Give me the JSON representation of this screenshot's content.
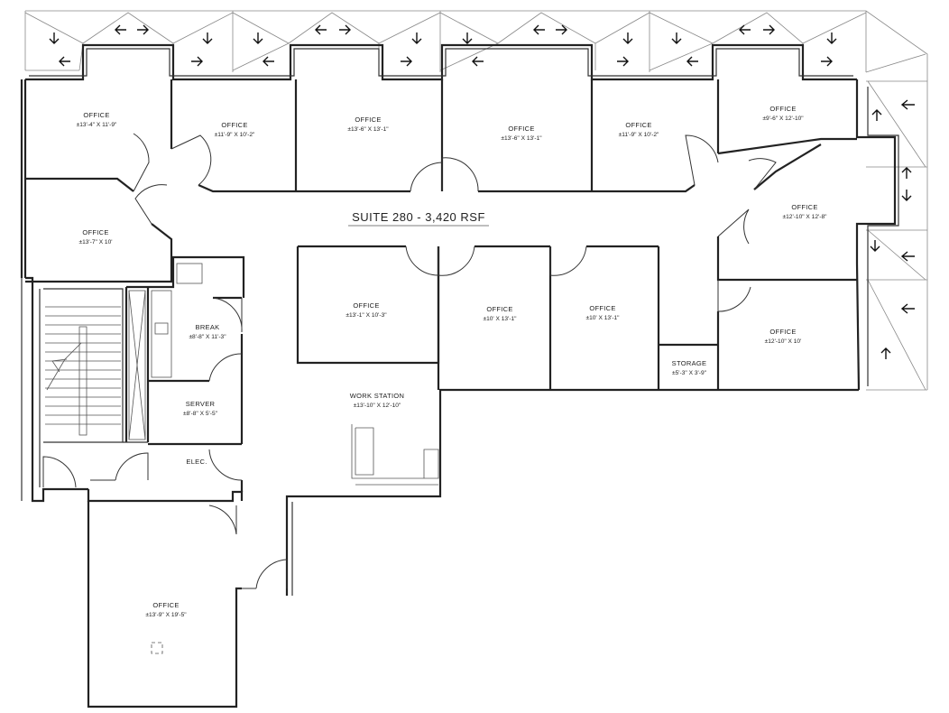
{
  "suite": {
    "title": "SUITE 280 - 3,420 RSF"
  },
  "rooms": [
    {
      "key": "office-top-left",
      "name": "OFFICE",
      "dims": "±13'-4\" X 11'-9\""
    },
    {
      "key": "office-top-2",
      "name": "OFFICE",
      "dims": "±11'-9\" X 10'-2\""
    },
    {
      "key": "office-top-3",
      "name": "OFFICE",
      "dims": "±13'-6\" X 13'-1\""
    },
    {
      "key": "office-top-4",
      "name": "OFFICE",
      "dims": "±13'-6\" X 13'-1\""
    },
    {
      "key": "office-top-5",
      "name": "OFFICE",
      "dims": "±11'-9\" X 10'-2\""
    },
    {
      "key": "office-top-right",
      "name": "OFFICE",
      "dims": "±9'-6\" X 12'-10\""
    },
    {
      "key": "office-left-2",
      "name": "OFFICE",
      "dims": "±13'-7\" X 10'"
    },
    {
      "key": "office-right-2",
      "name": "OFFICE",
      "dims": "±12'-10\" X 12'-8\""
    },
    {
      "key": "office-mid-1",
      "name": "OFFICE",
      "dims": "±13'-1\" X 10'-3\""
    },
    {
      "key": "office-mid-2",
      "name": "OFFICE",
      "dims": "±10' X 13'-1\""
    },
    {
      "key": "office-mid-3",
      "name": "OFFICE",
      "dims": "±10' X 13'-1\""
    },
    {
      "key": "office-right-3",
      "name": "OFFICE",
      "dims": "±12'-10\" X 10'"
    },
    {
      "key": "storage",
      "name": "STORAGE",
      "dims": "±5'-3\" X 3'-9\""
    },
    {
      "key": "break",
      "name": "BREAK",
      "dims": "±8'-8\" X 11'-3\""
    },
    {
      "key": "server",
      "name": "SERVER",
      "dims": "±8'-8\" X 5'-5\""
    },
    {
      "key": "elec",
      "name": "ELEC.",
      "dims": ""
    },
    {
      "key": "work-station",
      "name": "WORK STATION",
      "dims": "±13'-10\" X 12'-10\""
    },
    {
      "key": "office-bottom",
      "name": "OFFICE",
      "dims": "±13'-9\" X 19'-5\""
    }
  ]
}
